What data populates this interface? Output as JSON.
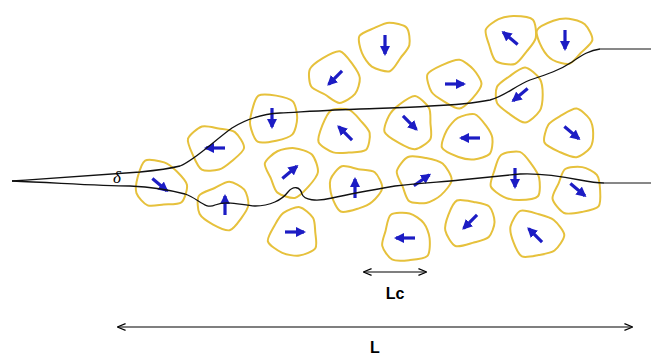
{
  "diagram": {
    "labels": [
      "δ",
      "Lc",
      "L"
    ]
  }
}
